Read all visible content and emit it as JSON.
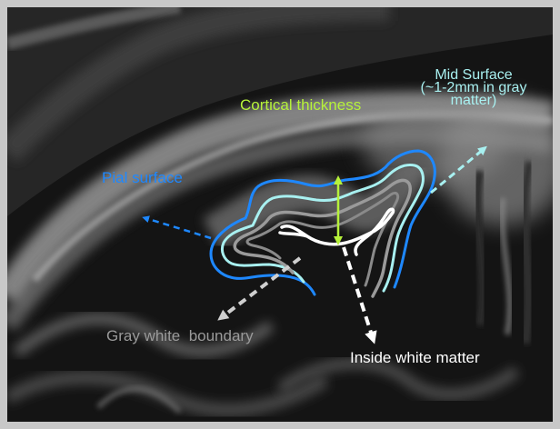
{
  "figure": {
    "labels": {
      "cortical_thickness": "Cortical thickness",
      "mid_surface": "Mid Surface\n(~1-2mm in gray\nmatter)",
      "pial_surface": "Pial surface",
      "gray_white_boundary": "Gray white  boundary",
      "inside_white_matter": "Inside white matter"
    },
    "colors": {
      "pial_surface": "#1e88ff",
      "mid_surface": "#a8f0f0",
      "gray_white_boundary": "#9a9a9a",
      "inside_white_matter": "#ffffff",
      "cortical_thickness": "#b6f23a"
    }
  }
}
